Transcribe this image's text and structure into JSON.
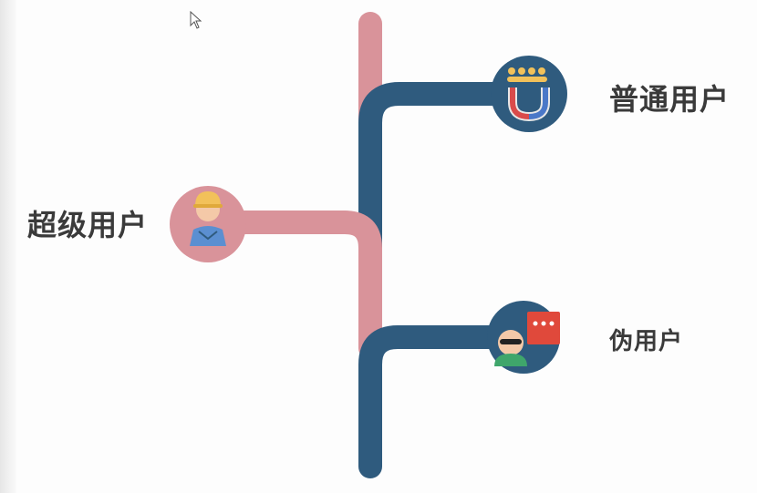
{
  "nodes": {
    "super_user": {
      "label": "超级用户",
      "icon": "worker-avatar-icon"
    },
    "normal_user": {
      "label": "普通用户",
      "icon": "people-magnet-icon"
    },
    "pseudo_user": {
      "label": "伪用户",
      "icon": "masked-person-icon"
    }
  },
  "colors": {
    "pink_branch": "#d9939a",
    "blue_branch": "#2f5b7e",
    "text": "#3a3a3a"
  }
}
